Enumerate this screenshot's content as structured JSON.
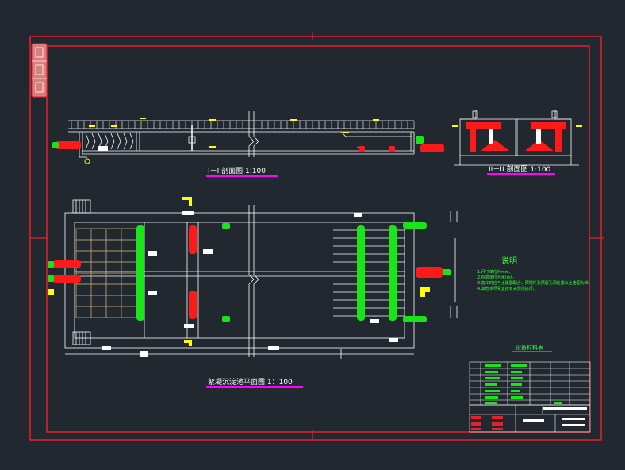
{
  "drawing": {
    "colors": {
      "background": "#212830",
      "frame": "#e8202a",
      "line": "#ffffff",
      "pipe_red": "#ff1a1a",
      "pipe_green": "#19e619",
      "dim_yellow": "#ffff00",
      "title_underline": "#ff00ff",
      "note_text": "#33ff33"
    },
    "views": {
      "section_1": {
        "title": "I－I 剖面图  1:100"
      },
      "section_2": {
        "title": "II－II 剖面图  1:100"
      },
      "plan": {
        "title": "絮凝沉淀池平面图   1：100"
      }
    },
    "notes": {
      "heading": "说明",
      "lines": [
        "1.尺寸单位为mm。",
        "2.标高单位为米(m)。",
        "3.施工时应与土建图配合，预埋件及预留孔洞位置以土建图为准。",
        "4.其他未尽事宜按有关规范执行。"
      ]
    },
    "table_title": "设备材料表",
    "icons": [
      "title-stamp-icon",
      "pipe-elbow-icon",
      "valve-icon"
    ]
  }
}
